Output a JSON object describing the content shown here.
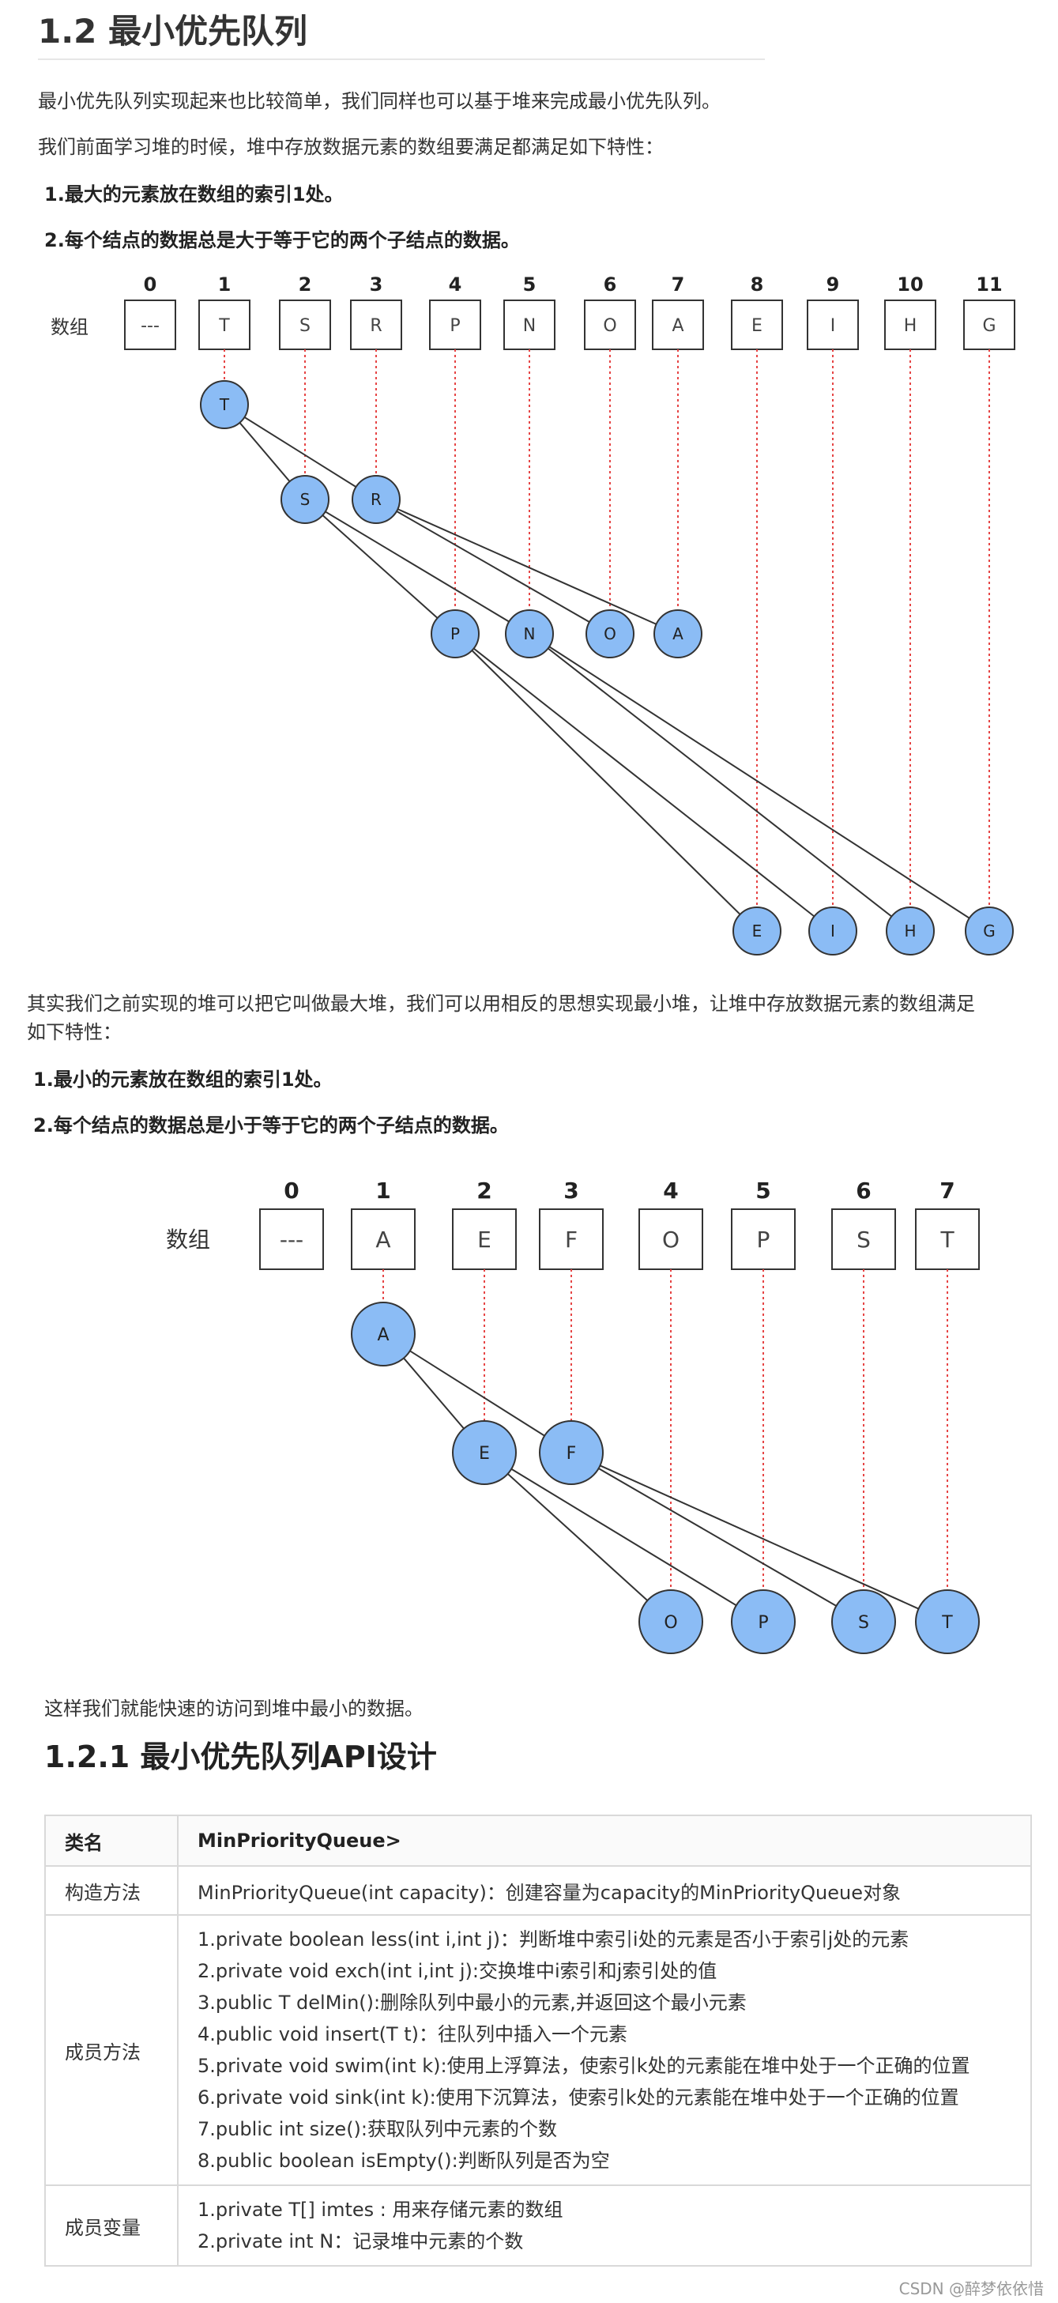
{
  "header": {
    "title": "1.2 最小优先队列"
  },
  "intro": {
    "p1": "最小优先队列实现起来也比较简单，我们同样也可以基于堆来完成最小优先队列。",
    "p2": "我们前面学习堆的时候，堆中存放数据元素的数组要满足都满足如下特性：",
    "b1": "1.最大的元素放在数组的索引1处。",
    "b2": "2.每个结点的数据总是大于等于它的两个子结点的数据。"
  },
  "max_heap": {
    "array_label": "数组",
    "indices": [
      "0",
      "1",
      "2",
      "3",
      "4",
      "5",
      "6",
      "7",
      "8",
      "9",
      "10",
      "11"
    ],
    "cells": [
      "---",
      "T",
      "S",
      "R",
      "P",
      "N",
      "O",
      "A",
      "E",
      "I",
      "H",
      "G"
    ],
    "nodes": [
      "T",
      "S",
      "R",
      "P",
      "N",
      "O",
      "A",
      "E",
      "I",
      "H",
      "G"
    ]
  },
  "middle": {
    "p1": "其实我们之前实现的堆可以把它叫做最大堆，我们可以用相反的思想实现最小堆，让堆中存放数据元素的数组满足",
    "p1b": "如下特性：",
    "b1": "1.最小的元素放在数组的索引1处。",
    "b2": "2.每个结点的数据总是小于等于它的两个子结点的数据。"
  },
  "min_heap": {
    "array_label": "数组",
    "indices": [
      "0",
      "1",
      "2",
      "3",
      "4",
      "5",
      "6",
      "7"
    ],
    "cells": [
      "---",
      "A",
      "E",
      "F",
      "O",
      "P",
      "S",
      "T"
    ],
    "nodes": [
      "A",
      "E",
      "F",
      "O",
      "P",
      "S",
      "T"
    ]
  },
  "conclusion": "这样我们就能快速的访问到堆中最小的数据。",
  "section": {
    "title": "1.2.1 最小优先队列API设计"
  },
  "api_table": {
    "row_class": {
      "key": "类名",
      "value": "MinPriorityQueue>"
    },
    "row_ctor": {
      "key": "构造方法",
      "value": "MinPriorityQueue(int capacity)：创建容量为capacity的MinPriorityQueue对象"
    },
    "row_methods": {
      "key": "成员方法",
      "lines": [
        "1.private boolean less(int i,int j)：判断堆中索引i处的元素是否小于索引j处的元素",
        "2.private void exch(int i,int j):交换堆中i索引和j索引处的值",
        "3.public T delMin():删除队列中最小的元素,并返回这个最小元素",
        "4.public void insert(T t)：往队列中插入一个元素",
        "5.private void swim(int k):使用上浮算法，使索引k处的元素能在堆中处于一个正确的位置",
        "6.private void sink(int k):使用下沉算法，使索引k处的元素能在堆中处于一个正确的位置",
        "7.public int size():获取队列中元素的个数",
        "8.public boolean isEmpty():判断队列是否为空"
      ]
    },
    "row_fields": {
      "key": "成员变量",
      "lines": [
        "1.private T[] imtes : 用来存储元素的数组",
        "2.private int N：记录堆中元素的个数"
      ]
    }
  },
  "footer": "CSDN @醉梦依依惜",
  "colors": {
    "node_fill": "#8bbcf5",
    "node_stroke": "#333333",
    "dashed_line": "#e64545"
  }
}
